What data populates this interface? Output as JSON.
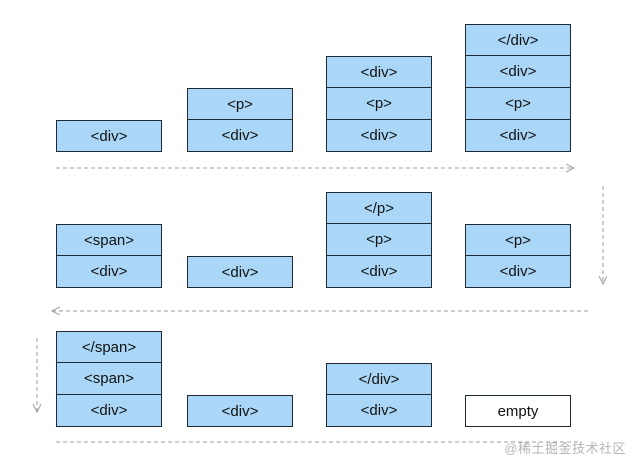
{
  "rows": [
    {
      "stacks": [
        [
          "<div>"
        ],
        [
          "<p>",
          "<div>"
        ],
        [
          "<div>",
          "<p>",
          "<div>"
        ],
        [
          "</div>",
          "<div>",
          "<p>",
          "<div>"
        ]
      ]
    },
    {
      "stacks": [
        [
          "<span>",
          "<div>"
        ],
        [
          "<div>"
        ],
        [
          "</p>",
          "<p>",
          "<div>"
        ],
        [
          "<p>",
          "<div>"
        ]
      ]
    },
    {
      "stacks": [
        [
          "</span>",
          "<span>",
          "<div>"
        ],
        [
          "<div>"
        ],
        [
          "</div>",
          "<div>"
        ],
        [
          "empty"
        ]
      ]
    }
  ],
  "colors": {
    "box_fill": "#aad7f7",
    "empty_fill": "#ffffff",
    "border": "#1f2a33",
    "arrow": "#9aa0a6"
  },
  "watermark": "@稀土掘金技术社区"
}
